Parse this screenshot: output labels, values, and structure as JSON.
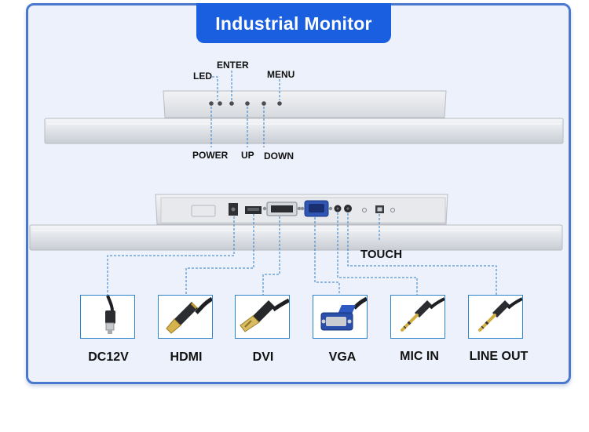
{
  "title": "Industrial  Monitor",
  "top_view": {
    "labels": {
      "led": "LED",
      "enter": "ENTER",
      "menu": "MENU",
      "power": "POWER",
      "up": "UP",
      "down": "DOWN"
    }
  },
  "bottom_view": {
    "touch": "TOUCH"
  },
  "ports": [
    {
      "label": "DC12V",
      "icon": "dc-plug-icon"
    },
    {
      "label": "HDMI",
      "icon": "hdmi-cable-icon"
    },
    {
      "label": "DVI",
      "icon": "dvi-cable-icon"
    },
    {
      "label": "VGA",
      "icon": "vga-cable-icon"
    },
    {
      "label": "MIC IN",
      "icon": "audio-jack-icon"
    },
    {
      "label": "LINE OUT",
      "icon": "audio-jack-icon"
    }
  ],
  "colors": {
    "accent": "#1a5fe0",
    "border": "#4a78cf",
    "leader_line": "#2f7fc8",
    "panel_bg": "#ecf1fb"
  }
}
